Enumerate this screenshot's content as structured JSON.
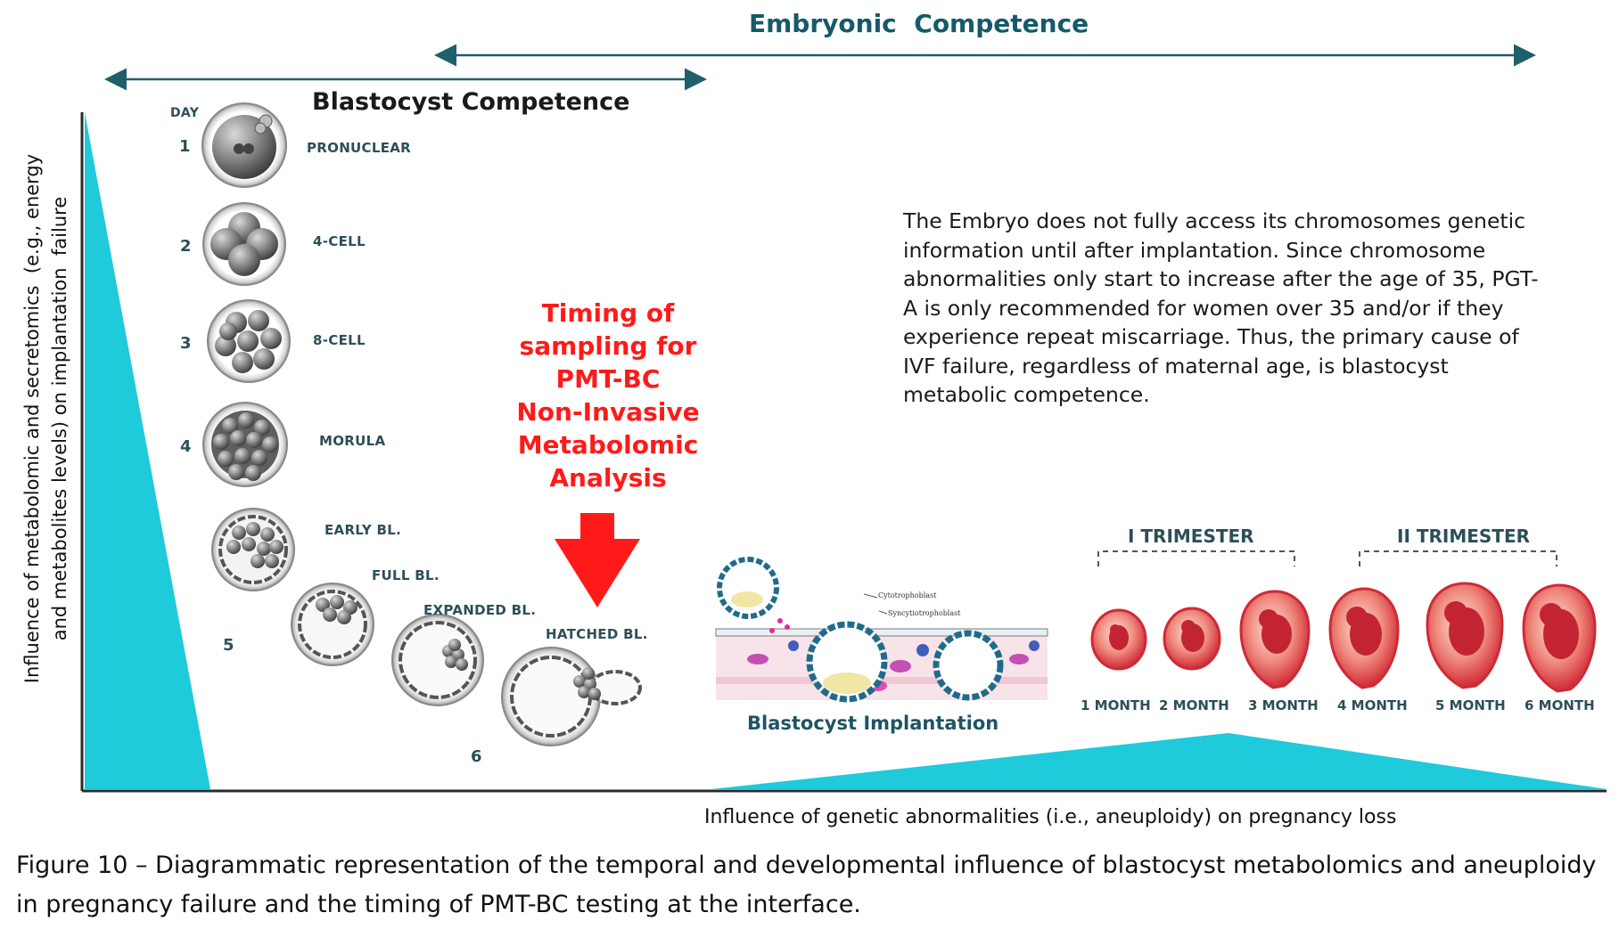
{
  "diagram": {
    "embryonic_competence": "Embryonic  Competence",
    "blastocyst_competence": "Blastocyst Competence",
    "day_header": "DAY",
    "stages": [
      {
        "day": "1",
        "label": "PRONUCLEAR"
      },
      {
        "day": "2",
        "label": "4-CELL"
      },
      {
        "day": "3",
        "label": "8-CELL"
      },
      {
        "day": "4",
        "label": "MORULA"
      },
      {
        "day": "",
        "label": "EARLY BL."
      },
      {
        "day": "5",
        "label": "FULL BL."
      },
      {
        "day": "",
        "label": "EXPANDED BL."
      },
      {
        "day": "6",
        "label": "HATCHED BL."
      }
    ],
    "timing_lines": [
      "Timing of",
      "sampling for",
      "PMT-BC",
      "Non-Invasive",
      "Metabolomic",
      "Analysis"
    ],
    "info_text": "The Embryo does not fully access its chromosomes genetic information until after implantation. Since chromosome abnormalities only start to increase after the age of 35, PGT-A is only recommended for women over 35 and/or if they experience repeat miscarriage. Thus, the primary cause of IVF failure, regardless of maternal age, is blastocyst metabolic competence.",
    "implantation_label": "Blastocyst Implantation",
    "cytotrophoblast": "Cytotrophoblast",
    "syncytiotrophoblast": "Syncytiotrophoblast",
    "trimester_1": "I TRIMESTER",
    "trimester_2": "II TRIMESTER",
    "months": [
      "1 MONTH",
      "2 MONTH",
      "3 MONTH",
      "4 MONTH",
      "5 MONTH",
      "6 MONTH"
    ],
    "y_axis_line1": "Influence of metabolomic and secretomics  (e.g., energy",
    "y_axis_line2": "and metabolites levels) on implantation  failure",
    "x_axis_label": "Influence of genetic abnormalities (i.e., aneuploidy) on pregnancy loss"
  },
  "caption": "Figure 10 – Diagrammatic representation of the temporal and developmental influence of blastocyst metabolomics and aneuploidy in pregnancy failure and the timing of PMT-BC testing at the interface.",
  "colors": {
    "teal": "#1fcadb",
    "arrow_teal": "#1f5f6b",
    "red": "#ff1a1a",
    "fetus": "#d62c37"
  }
}
